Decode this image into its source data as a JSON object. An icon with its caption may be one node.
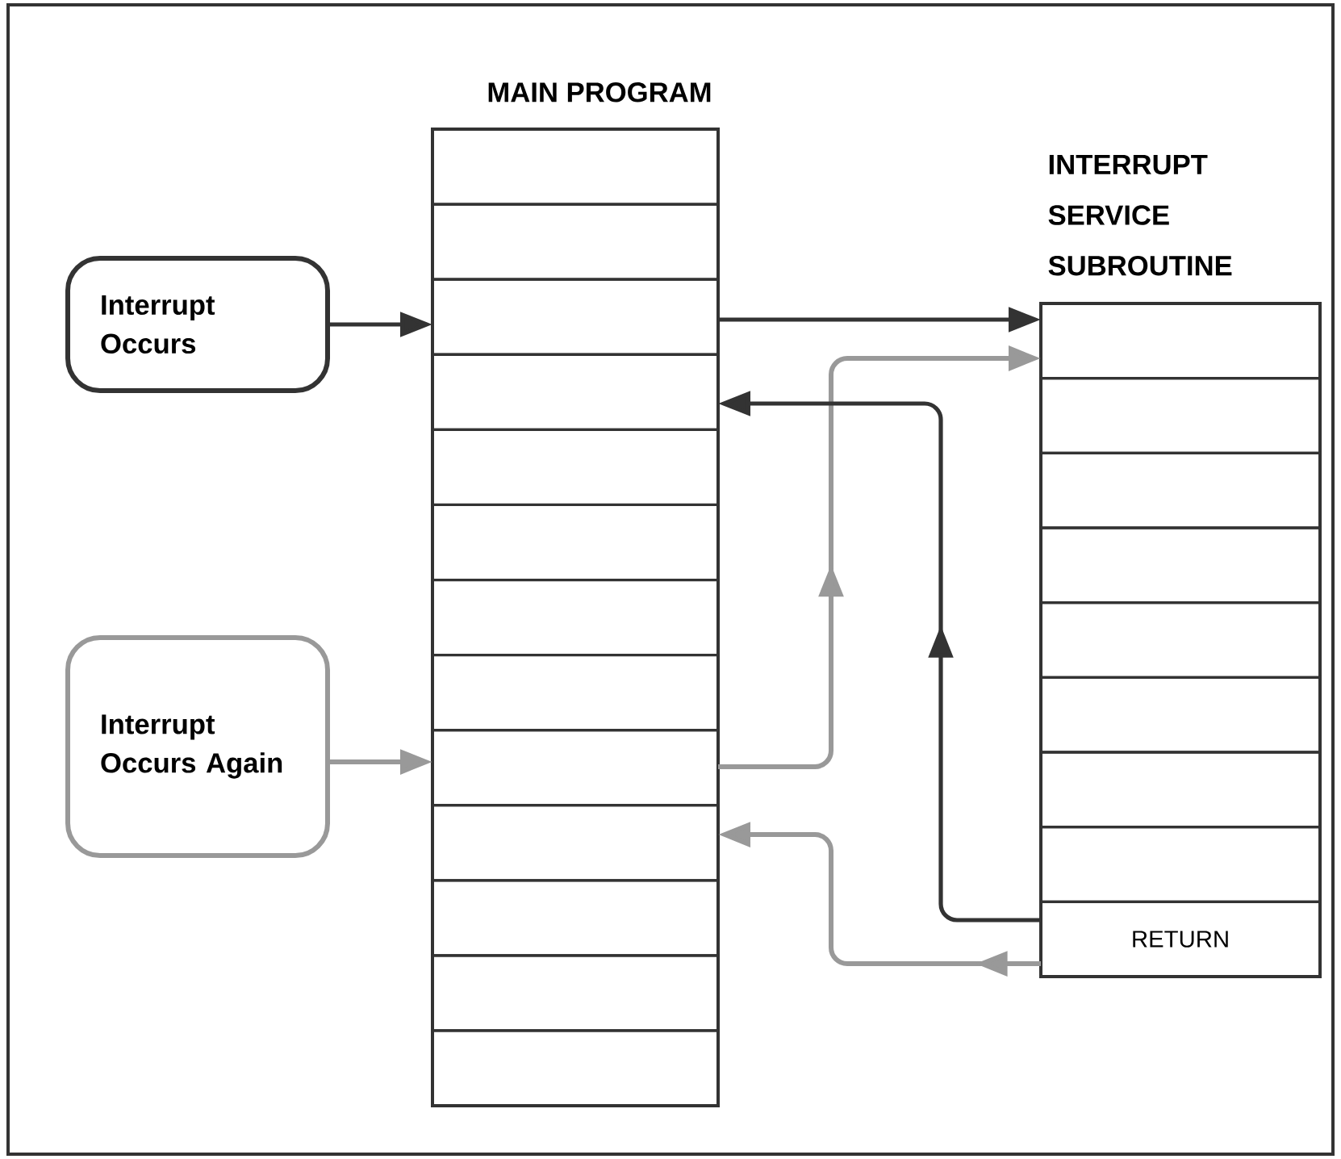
{
  "diagram": {
    "nodes": [
      {
        "text": [
          "Interrupt Occurs"
        ]
      },
      {
        "text": [
          "Interrupt Occurs Again"
        ]
      },
      {
        "text": [
          "MAIN PROGRAM"
        ]
      },
      {
        "text": [],
        "shape": "box",
        "in": 2
      },
      {
        "text": [],
        "shape": "box",
        "in": 2
      },
      {
        "text": [],
        "shape": "box",
        "in": 2
      },
      {
        "text": [],
        "shape": "box",
        "in": 2
      },
      {
        "text": [],
        "shape": "box",
        "in": 2
      },
      {
        "text": [],
        "shape": "box",
        "in": 2
      },
      {
        "text": [],
        "shape": "box",
        "in": 2
      },
      {
        "text": [],
        "shape": "box",
        "in": 2
      },
      {
        "text": [],
        "shape": "box",
        "in": 2
      },
      {
        "text": [],
        "shape": "box",
        "in": 2
      },
      {
        "text": [],
        "shape": "box",
        "in": 2
      },
      {
        "text": [],
        "shape": "box",
        "in": 2
      },
      {
        "text": [],
        "shape": "box",
        "in": 2
      },
      {
        "text": [
          "INTERRUPT SERVICE SUBROUTINE"
        ]
      },
      {
        "text": [],
        "shape": "box",
        "in": 16
      },
      {
        "text": [],
        "shape": "box",
        "in": 16
      },
      {
        "text": [],
        "shape": "box",
        "in": 16
      },
      {
        "text": [],
        "shape": "box",
        "in": 16
      },
      {
        "text": [],
        "shape": "box",
        "in": 16
      },
      {
        "text": [],
        "shape": "box",
        "in": 16
      },
      {
        "text": [],
        "shape": "box",
        "in": 16
      },
      {
        "text": [],
        "shape": "box",
        "in": 16
      },
      {
        "text": [
          "RETURN"
        ],
        "in": 16
      }
    ],
    "edges": [
      {
        "from": 0,
        "to": 5,
        "arrow": "to"
      },
      {
        "from": 5,
        "to": 17,
        "arrow": "to"
      },
      {
        "from": 1,
        "to": 11,
        "arrow": "to",
        "color": "#999999"
      },
      {
        "from": 11,
        "to": 17,
        "arrow": "to",
        "color": "#999999"
      },
      {
        "from": 25,
        "to": 6,
        "arrow": "to"
      },
      {
        "from": 25,
        "to": 12,
        "arrow": "to",
        "color": "#999999"
      }
    ]
  }
}
